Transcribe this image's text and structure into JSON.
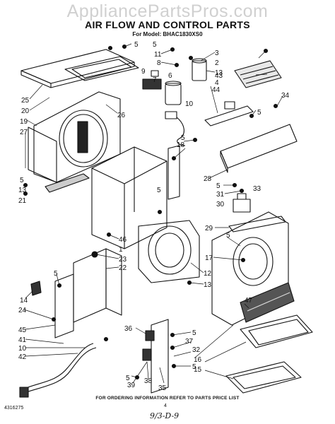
{
  "watermark": "AppliancePartsPros.com",
  "title": "AIR FLOW AND CONTROL PARTS",
  "model_line": "For Model: BHAC1830XS0",
  "footer": "FOR ORDERING INFORMATION REFER TO PARTS PRICE LIST",
  "doc_number": "4316275",
  "page_number": "4",
  "handwritten_code": "9/3-D-9",
  "callouts": [
    {
      "id": "c5a",
      "label": "5"
    },
    {
      "id": "c25",
      "label": "25"
    },
    {
      "id": "c20",
      "label": "20"
    },
    {
      "id": "c19",
      "label": "19"
    },
    {
      "id": "c27",
      "label": "27"
    },
    {
      "id": "c26",
      "label": "26"
    },
    {
      "id": "c51",
      "label": "5"
    },
    {
      "id": "c13a",
      "label": "13"
    },
    {
      "id": "c21",
      "label": "21"
    },
    {
      "id": "c11",
      "label": "11"
    },
    {
      "id": "c8",
      "label": "8"
    },
    {
      "id": "c9",
      "label": "9"
    },
    {
      "id": "c7",
      "label": "7"
    },
    {
      "id": "c6",
      "label": "6"
    },
    {
      "id": "c10",
      "label": "10"
    },
    {
      "id": "c5b",
      "label": "5"
    },
    {
      "id": "c3",
      "label": "3"
    },
    {
      "id": "c2",
      "label": "2"
    },
    {
      "id": "c4",
      "label": "4"
    },
    {
      "id": "c13b",
      "label": "13"
    },
    {
      "id": "c43",
      "label": "43"
    },
    {
      "id": "c44",
      "label": "44"
    },
    {
      "id": "c34",
      "label": "34"
    },
    {
      "id": "c5c",
      "label": "5"
    },
    {
      "id": "c5d",
      "label": "5"
    },
    {
      "id": "c18",
      "label": "18"
    },
    {
      "id": "c28",
      "label": "28"
    },
    {
      "id": "c5e",
      "label": "5"
    },
    {
      "id": "c33",
      "label": "33"
    },
    {
      "id": "c31",
      "label": "31"
    },
    {
      "id": "c30",
      "label": "30"
    },
    {
      "id": "c5f",
      "label": "5"
    },
    {
      "id": "c46",
      "label": "46"
    },
    {
      "id": "c1",
      "label": "1"
    },
    {
      "id": "c29",
      "label": "29"
    },
    {
      "id": "c5g",
      "label": "5"
    },
    {
      "id": "c17",
      "label": "17"
    },
    {
      "id": "c23",
      "label": "23"
    },
    {
      "id": "c22",
      "label": "22"
    },
    {
      "id": "c12",
      "label": "12"
    },
    {
      "id": "c13c",
      "label": "13"
    },
    {
      "id": "c5h",
      "label": "5"
    },
    {
      "id": "c14",
      "label": "14"
    },
    {
      "id": "c24",
      "label": "24"
    },
    {
      "id": "c45",
      "label": "45"
    },
    {
      "id": "c47",
      "label": "47"
    },
    {
      "id": "c41",
      "label": "41"
    },
    {
      "id": "c10b",
      "label": "10"
    },
    {
      "id": "c42",
      "label": "42"
    },
    {
      "id": "c36",
      "label": "36"
    },
    {
      "id": "c5i",
      "label": "5"
    },
    {
      "id": "c37",
      "label": "37"
    },
    {
      "id": "c32",
      "label": "32"
    },
    {
      "id": "c5j",
      "label": "5"
    },
    {
      "id": "c16",
      "label": "16"
    },
    {
      "id": "c15",
      "label": "15"
    },
    {
      "id": "c5k",
      "label": "5"
    },
    {
      "id": "c39",
      "label": "39"
    },
    {
      "id": "c38",
      "label": "38"
    },
    {
      "id": "c35",
      "label": "35"
    }
  ]
}
